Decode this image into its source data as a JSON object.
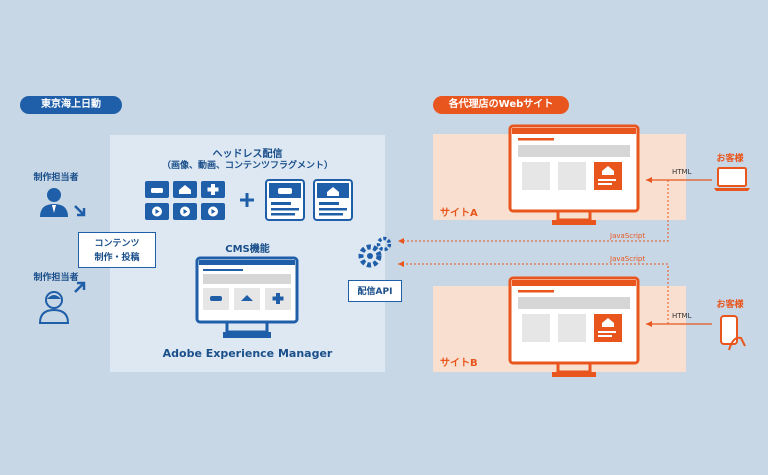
{
  "left_group": {
    "title": "東京海上日動",
    "color": "#1f5ea8"
  },
  "right_group": {
    "title": "各代理店のWebサイト",
    "color": "#e8561e"
  },
  "headless": {
    "title": "ヘッドレス配信",
    "subtitle": "（画像、動画、コンテンツフラグメント）"
  },
  "cms": {
    "label": "CMS機能",
    "product": "Adobe Experience Manager"
  },
  "operators": [
    {
      "label": "制作担当者"
    },
    {
      "label": "制作担当者"
    }
  ],
  "content_box": {
    "line1": "コンテンツ",
    "line2": "制作・投稿"
  },
  "api": {
    "label": "配信API"
  },
  "sites": [
    {
      "label": "サイトA"
    },
    {
      "label": "サイトB"
    }
  ],
  "customers": [
    {
      "label": "お客様"
    },
    {
      "label": "お客様"
    }
  ],
  "arrows": {
    "html": "HTML",
    "javascript": "JavaScript"
  },
  "icons": [
    "person-icon",
    "person-icon",
    "car-icon",
    "house-icon",
    "plus-icon",
    "play-icon",
    "gear-icon",
    "laptop-icon",
    "smartphone-icon"
  ]
}
